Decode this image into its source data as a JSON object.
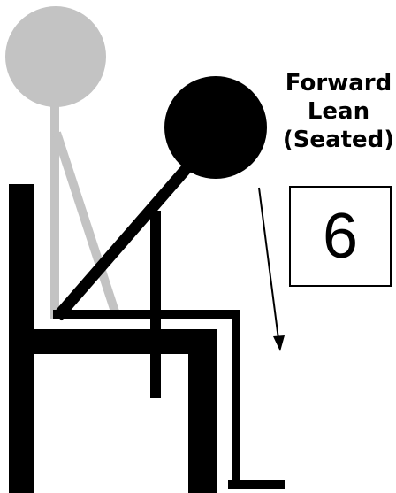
{
  "title_lines": [
    "Forward",
    "Lean",
    "(Seated)"
  ],
  "score": "6",
  "colors": {
    "ghost_figure": "#c3c3c3",
    "active_figure": "#000000",
    "chair": "#000000",
    "arrow": "#000000"
  }
}
